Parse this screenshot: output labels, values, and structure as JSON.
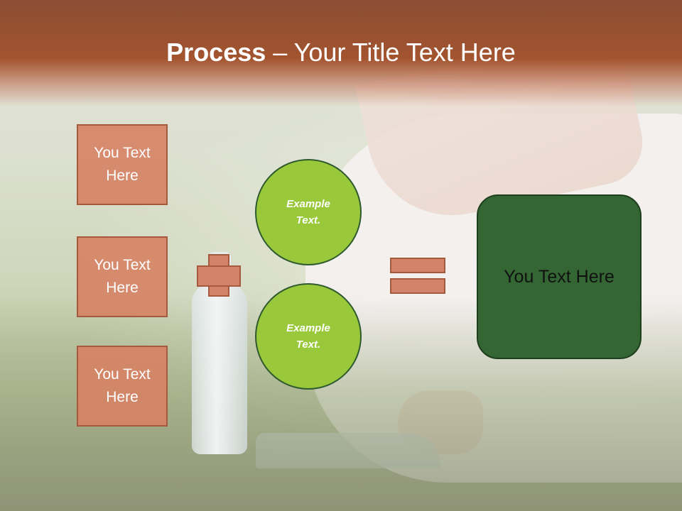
{
  "slide": {
    "title_bold": "Process",
    "title_rest": " – Your Title Text Here",
    "left_boxes": [
      {
        "label": "You Text Here"
      },
      {
        "label": "You Text Here"
      },
      {
        "label": "You Text Here"
      }
    ],
    "circles": [
      {
        "label": "Example Text."
      },
      {
        "label": "Example Text."
      }
    ],
    "result": {
      "label": "You Text Here"
    }
  },
  "colors": {
    "title_band": "#a3542f",
    "box_fill": "#d6826a",
    "box_border": "#a65a3d",
    "circle_fill": "#99c93b",
    "circle_border": "#2e5a2e",
    "result_fill": "#336633"
  },
  "icons": {
    "operator_1": "plus-icon",
    "operator_2": "equals-icon"
  }
}
